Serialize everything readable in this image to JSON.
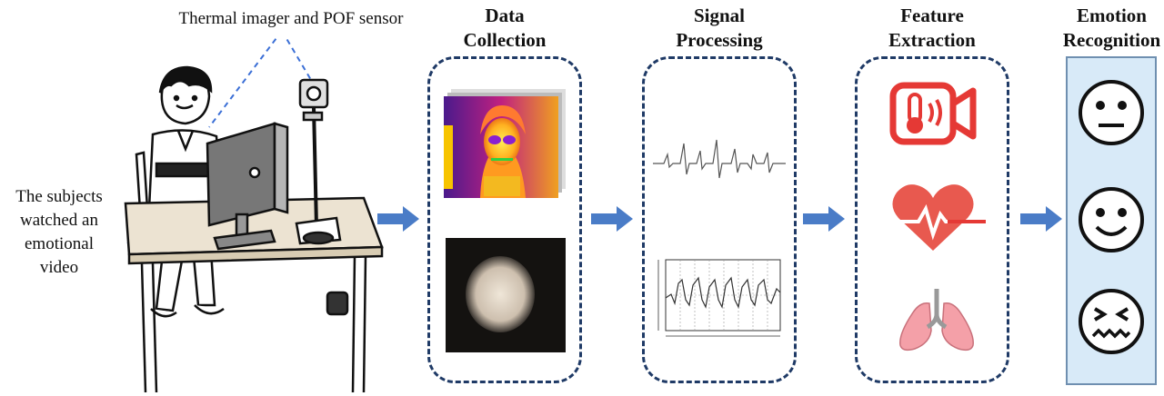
{
  "scene": {
    "sensor_label": "Thermal imager and POF sensor",
    "subject_label_lines": [
      "The subjects",
      "watched an",
      "emotional",
      "video"
    ]
  },
  "stages": [
    {
      "id": "data-collection",
      "title_lines": [
        "Data",
        "Collection"
      ]
    },
    {
      "id": "signal-processing",
      "title_lines": [
        "Signal",
        "Processing"
      ]
    },
    {
      "id": "feature-extraction",
      "title_lines": [
        "Feature",
        "Extraction"
      ]
    },
    {
      "id": "emotion-recognition",
      "title_lines": [
        "Emotion",
        "Recognition"
      ]
    }
  ],
  "icons": {
    "feature": [
      "thermal-camera-icon",
      "heart-rate-icon",
      "lungs-icon"
    ],
    "emotion": [
      "neutral-face-icon",
      "happy-face-icon",
      "distressed-face-icon"
    ]
  },
  "colors": {
    "dashed_border": "#1f3a66",
    "arrow": "#4a7cc7",
    "feature_icon": "#e53935",
    "lungs": "#f4a0a8",
    "emotion_panel": "#d8eaf8"
  }
}
